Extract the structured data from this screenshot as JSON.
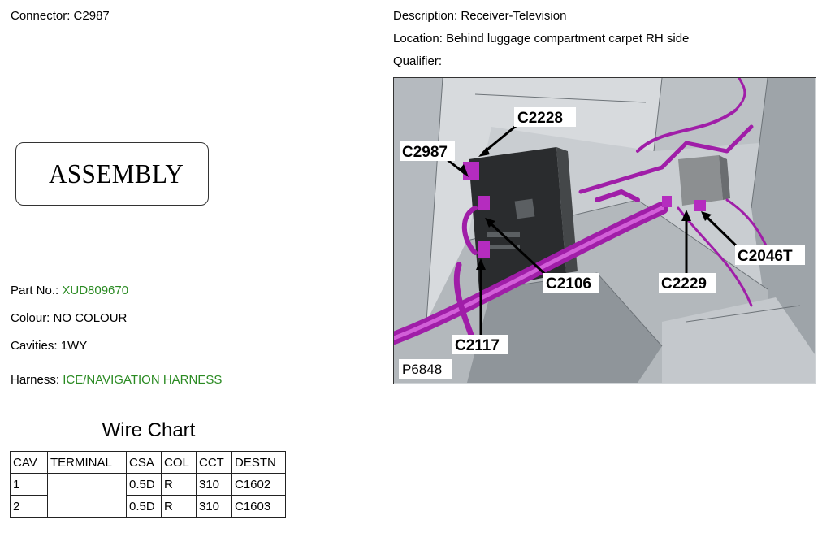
{
  "connector": {
    "label": "Connector:",
    "value": "C2987"
  },
  "description": {
    "label": "Description:",
    "value": "Receiver-Television"
  },
  "location": {
    "label": "Location:",
    "value": "Behind luggage compartment carpet RH side"
  },
  "qualifier": {
    "label": "Qualifier:",
    "value": ""
  },
  "assembly_label": "ASSEMBLY",
  "part_no": {
    "label": "Part No.:",
    "value": "XUD809670"
  },
  "colour": {
    "label": "Colour:",
    "value": "NO COLOUR"
  },
  "cavities": {
    "label": "Cavities:",
    "value": "1WY"
  },
  "harness": {
    "label": "Harness:",
    "value": "ICE/NAVIGATION HARNESS"
  },
  "wire_chart": {
    "title": "Wire Chart",
    "headers": [
      "CAV",
      "TERMINAL",
      "CSA",
      "COL",
      "CCT",
      "DESTN"
    ],
    "rows": [
      [
        "1",
        "",
        "0.5D",
        "R",
        "310",
        "C1602"
      ],
      [
        "2",
        "",
        "0.5D",
        "R",
        "310",
        "C1603"
      ]
    ]
  },
  "figure": {
    "id": "P6848",
    "callouts": [
      "C2228",
      "C2987",
      "C2106",
      "C2117",
      "C2229",
      "C2046T"
    ]
  }
}
